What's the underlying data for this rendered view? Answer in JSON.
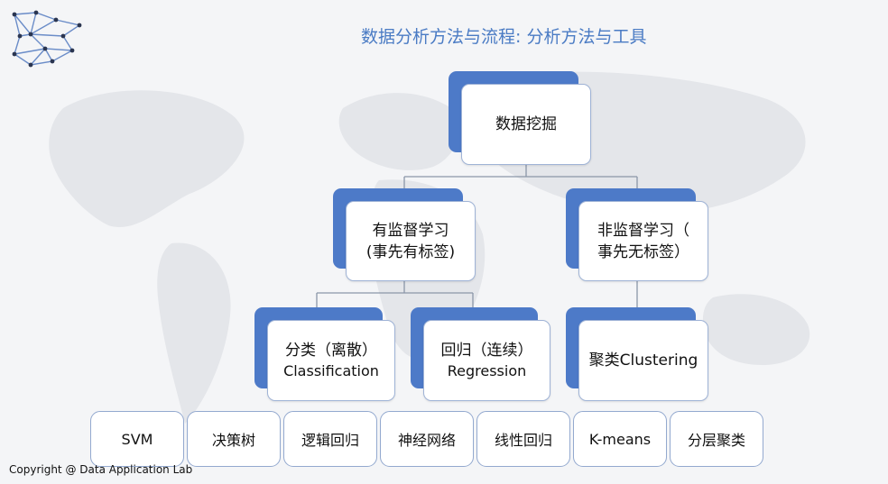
{
  "title": "数据分析方法与流程: 分析方法与工具",
  "tree": {
    "root": {
      "line1": "数据挖掘"
    },
    "supervised": {
      "line1": "有监督学习",
      "line2": "(事先有标签)"
    },
    "unsupervised": {
      "line1": "非监督学习（",
      "line2": "事先无标签）"
    },
    "classification": {
      "line1": "分类（离散）",
      "line2": "Classification"
    },
    "regression": {
      "line1": "回归（连续）",
      "line2": "Regression"
    },
    "clustering": {
      "line1": "聚类Clustering"
    }
  },
  "tools": [
    "SVM",
    "决策树",
    "逻辑回归",
    "神经网络",
    "线性回归",
    "K-means",
    "分层聚类"
  ],
  "copyright": "Copyright @ Data Application Lab",
  "colors": {
    "accent": "#4d7ac8",
    "title": "#4a7bc4",
    "border": "#9fb3d6"
  }
}
